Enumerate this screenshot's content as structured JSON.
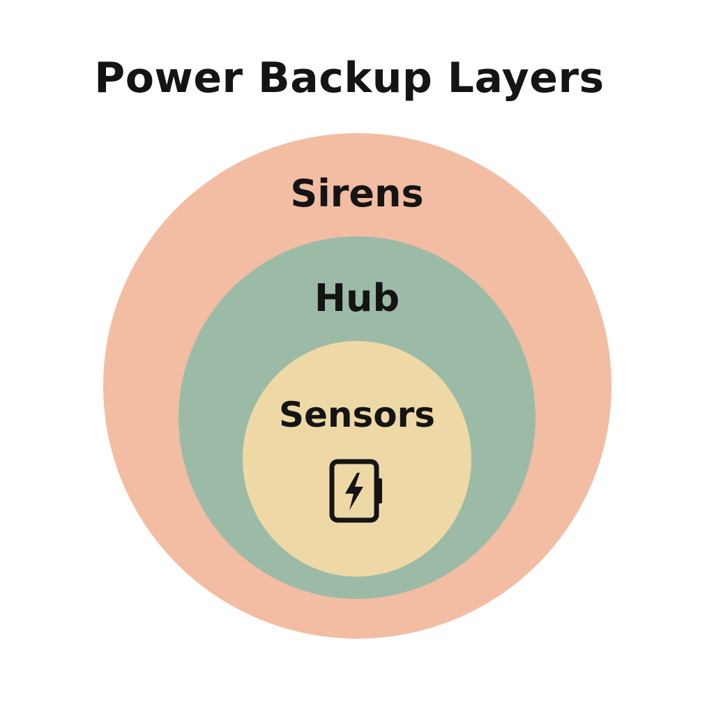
{
  "diagram": {
    "title": "Power Backup Layers",
    "layers": [
      {
        "label": "Sirens",
        "color": "#f2bda3"
      },
      {
        "label": "Hub",
        "color": "#9cbba6"
      },
      {
        "label": "Sensors",
        "color": "#eed9a6"
      }
    ],
    "center_icon": "battery-charging-icon"
  }
}
